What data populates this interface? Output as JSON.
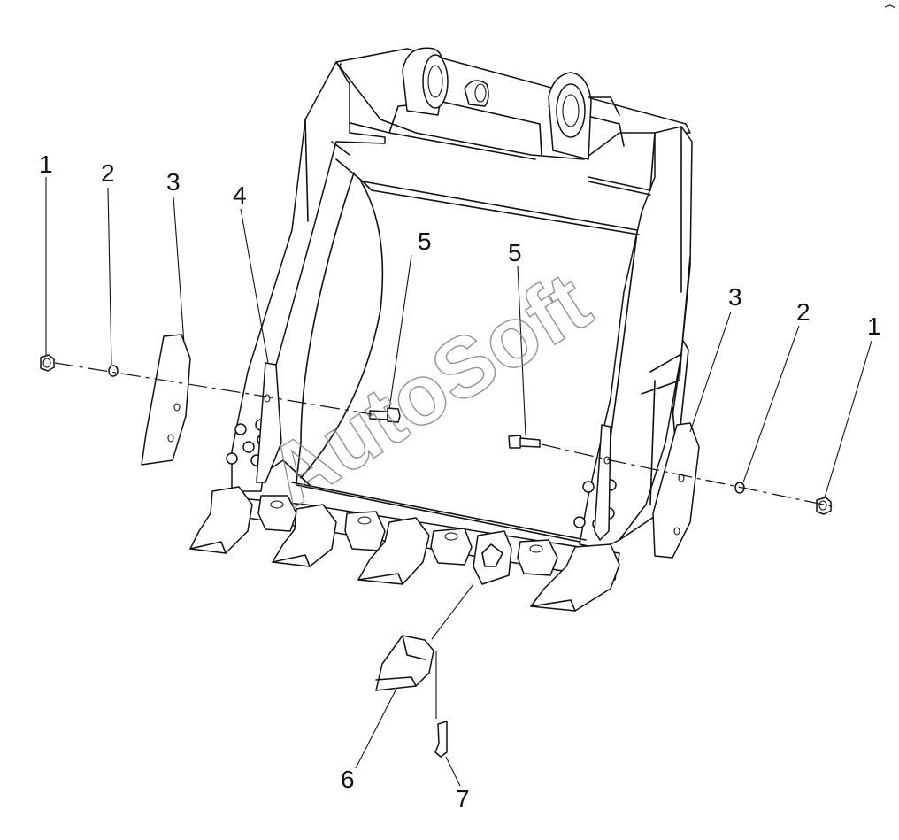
{
  "watermark": {
    "text": "AutoSoft",
    "color": "#888888"
  },
  "callouts": [
    {
      "id": "c1a",
      "label": "1"
    },
    {
      "id": "c2a",
      "label": "2"
    },
    {
      "id": "c3a",
      "label": "3"
    },
    {
      "id": "c4",
      "label": "4"
    },
    {
      "id": "c5a",
      "label": "5"
    },
    {
      "id": "c5b",
      "label": "5"
    },
    {
      "id": "c3b",
      "label": "3"
    },
    {
      "id": "c2b",
      "label": "2"
    },
    {
      "id": "c1b",
      "label": "1"
    },
    {
      "id": "c6",
      "label": "6"
    },
    {
      "id": "c7",
      "label": "7"
    }
  ],
  "parts_icons": [
    "bucket-body",
    "side-cutter",
    "nut",
    "washer",
    "bolt",
    "tooth",
    "pin",
    "adapter",
    "wear-plate"
  ]
}
